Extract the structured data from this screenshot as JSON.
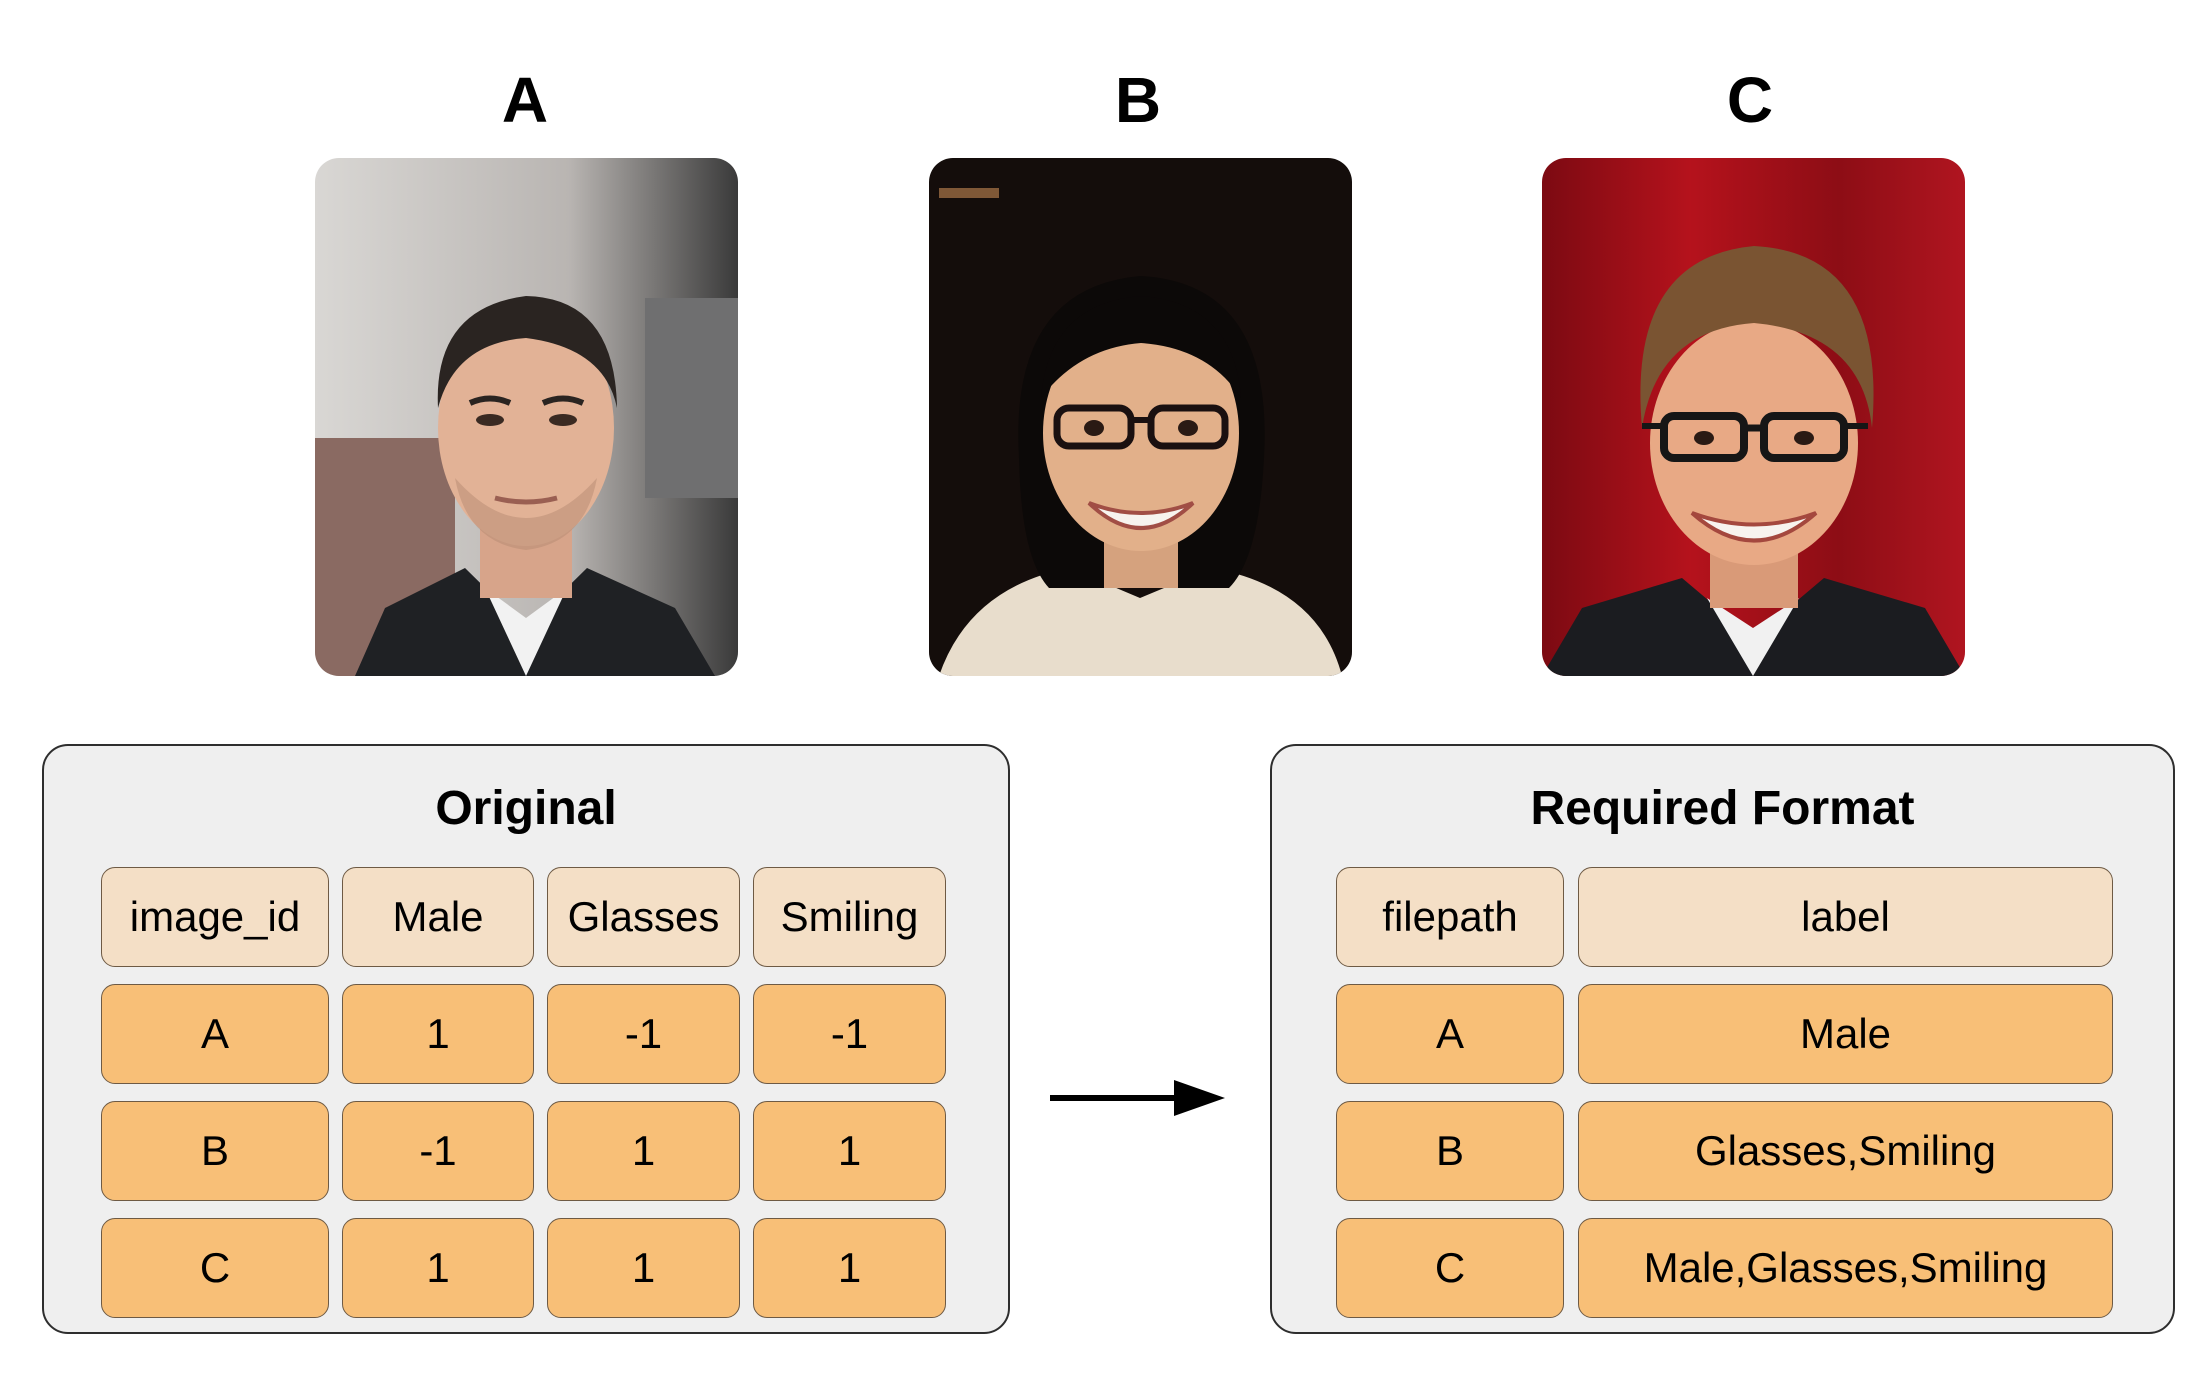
{
  "photos": [
    {
      "letter": "A"
    },
    {
      "letter": "B"
    },
    {
      "letter": "C"
    }
  ],
  "original": {
    "title": "Original",
    "headers": [
      "image_id",
      "Male",
      "Glasses",
      "Smiling"
    ],
    "rows": [
      [
        "A",
        "1",
        "-1",
        "-1"
      ],
      [
        "B",
        "-1",
        "1",
        "1"
      ],
      [
        "C",
        "1",
        "1",
        "1"
      ]
    ]
  },
  "required": {
    "title": "Required Format",
    "headers": [
      "filepath",
      "label"
    ],
    "rows": [
      [
        "A",
        "Male"
      ],
      [
        "B",
        "Glasses,Smiling"
      ],
      [
        "C",
        "Male,Glasses,Smiling"
      ]
    ]
  },
  "colors": {
    "header_cell": "#f4dfc6",
    "value_cell": "#f8bf77",
    "panel_bg": "#efefef"
  }
}
